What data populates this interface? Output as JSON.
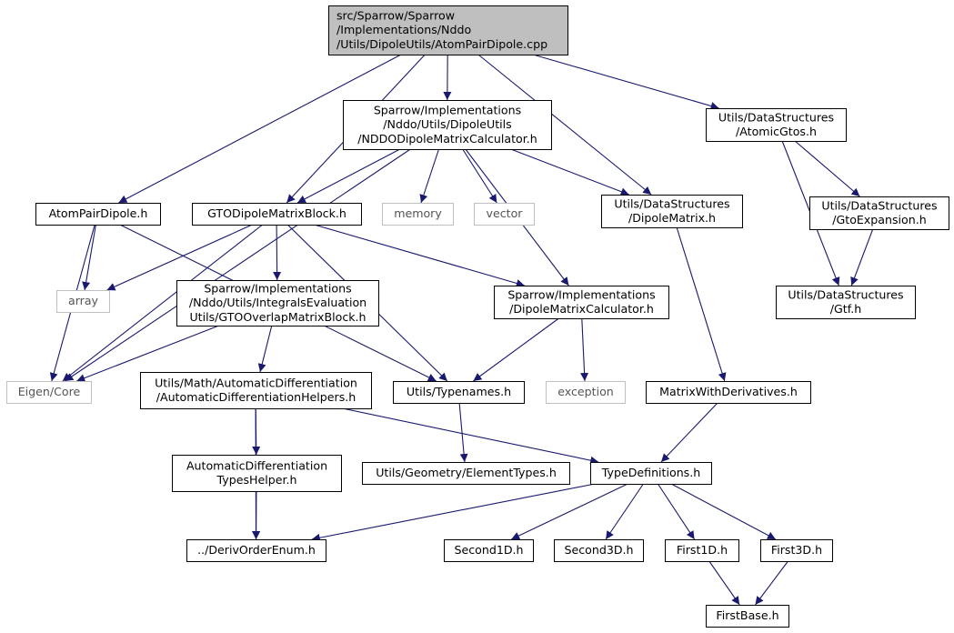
{
  "colors": {
    "edge": "#191970",
    "node_border": "#000000",
    "system_header_border": "#bfbfbf",
    "root_fill": "#bfbfbf"
  },
  "nodes": [
    {
      "id": "root",
      "kind": "root",
      "lines": [
        "src/Sparrow/Sparrow",
        "/Implementations/Nddo",
        "/Utils/DipoleUtils/AtomPairDipole.cpp"
      ]
    },
    {
      "id": "nddo_calc",
      "kind": "header",
      "lines": [
        "Sparrow/Implementations",
        "/Nddo/Utils/DipoleUtils",
        "/NDDODipoleMatrixCalculator.h"
      ]
    },
    {
      "id": "atomic_gtos",
      "kind": "header",
      "lines": [
        "Utils/DataStructures",
        "/AtomicGtos.h"
      ]
    },
    {
      "id": "atompairdipole_h",
      "kind": "header",
      "lines": [
        "AtomPairDipole.h"
      ]
    },
    {
      "id": "gto_block",
      "kind": "header",
      "lines": [
        "GTODipoleMatrixBlock.h"
      ]
    },
    {
      "id": "memory",
      "kind": "system",
      "lines": [
        "memory"
      ]
    },
    {
      "id": "vector",
      "kind": "system",
      "lines": [
        "vector"
      ]
    },
    {
      "id": "dipole_matrix",
      "kind": "header",
      "lines": [
        "Utils/DataStructures",
        "/DipoleMatrix.h"
      ]
    },
    {
      "id": "gto_expansion",
      "kind": "header",
      "lines": [
        "Utils/DataStructures",
        "/GtoExpansion.h"
      ]
    },
    {
      "id": "array",
      "kind": "system",
      "lines": [
        "array"
      ]
    },
    {
      "id": "overlap_block",
      "kind": "header",
      "lines": [
        "Sparrow/Implementations",
        "/Nddo/Utils/IntegralsEvaluation",
        "Utils/GTOOverlapMatrixBlock.h"
      ]
    },
    {
      "id": "dipole_calc",
      "kind": "header",
      "lines": [
        "Sparrow/Implementations",
        "/DipoleMatrixCalculator.h"
      ]
    },
    {
      "id": "gtf",
      "kind": "header",
      "lines": [
        "Utils/DataStructures",
        "/Gtf.h"
      ]
    },
    {
      "id": "eigen",
      "kind": "system",
      "lines": [
        "Eigen/Core"
      ]
    },
    {
      "id": "autodiff_helpers",
      "kind": "header",
      "lines": [
        "Utils/Math/AutomaticDifferentiation",
        "/AutomaticDifferentiationHelpers.h"
      ]
    },
    {
      "id": "typenames",
      "kind": "header",
      "lines": [
        "Utils/Typenames.h"
      ]
    },
    {
      "id": "exception",
      "kind": "system",
      "lines": [
        "exception"
      ]
    },
    {
      "id": "matrix_derivs",
      "kind": "header",
      "lines": [
        "MatrixWithDerivatives.h"
      ]
    },
    {
      "id": "autodiff_types",
      "kind": "header",
      "lines": [
        "AutomaticDifferentiation",
        "TypesHelper.h"
      ]
    },
    {
      "id": "element_types",
      "kind": "header",
      "lines": [
        "Utils/Geometry/ElementTypes.h"
      ]
    },
    {
      "id": "type_defs",
      "kind": "header",
      "lines": [
        "TypeDefinitions.h"
      ]
    },
    {
      "id": "deriv_enum",
      "kind": "header",
      "lines": [
        "../DerivOrderEnum.h"
      ]
    },
    {
      "id": "second1d",
      "kind": "header",
      "lines": [
        "Second1D.h"
      ]
    },
    {
      "id": "second3d",
      "kind": "header",
      "lines": [
        "Second3D.h"
      ]
    },
    {
      "id": "first1d",
      "kind": "header",
      "lines": [
        "First1D.h"
      ]
    },
    {
      "id": "first3d",
      "kind": "header",
      "lines": [
        "First3D.h"
      ]
    },
    {
      "id": "firstbase",
      "kind": "header",
      "lines": [
        "FirstBase.h"
      ]
    }
  ],
  "edges": [
    [
      "root",
      "nddo_calc"
    ],
    [
      "root",
      "atomic_gtos"
    ],
    [
      "root",
      "atompairdipole_h"
    ],
    [
      "root",
      "gto_block"
    ],
    [
      "root",
      "dipole_matrix"
    ],
    [
      "nddo_calc",
      "eigen"
    ],
    [
      "nddo_calc",
      "gto_block"
    ],
    [
      "nddo_calc",
      "memory"
    ],
    [
      "nddo_calc",
      "vector"
    ],
    [
      "nddo_calc",
      "dipole_matrix"
    ],
    [
      "nddo_calc",
      "dipole_calc"
    ],
    [
      "atomic_gtos",
      "gto_expansion"
    ],
    [
      "atomic_gtos",
      "gtf"
    ],
    [
      "gto_expansion",
      "gtf"
    ],
    [
      "atompairdipole_h",
      "array"
    ],
    [
      "atompairdipole_h",
      "eigen"
    ],
    [
      "atompairdipole_h",
      "typenames"
    ],
    [
      "gto_block",
      "array"
    ],
    [
      "gto_block",
      "eigen"
    ],
    [
      "gto_block",
      "overlap_block"
    ],
    [
      "gto_block",
      "dipole_calc"
    ],
    [
      "gto_block",
      "typenames"
    ],
    [
      "dipole_matrix",
      "matrix_derivs"
    ],
    [
      "overlap_block",
      "eigen"
    ],
    [
      "overlap_block",
      "autodiff_helpers"
    ],
    [
      "dipole_calc",
      "typenames"
    ],
    [
      "dipole_calc",
      "exception"
    ],
    [
      "autodiff_helpers",
      "autodiff_types"
    ],
    [
      "autodiff_helpers",
      "deriv_enum"
    ],
    [
      "autodiff_helpers",
      "type_defs"
    ],
    [
      "typenames",
      "element_types"
    ],
    [
      "matrix_derivs",
      "type_defs"
    ],
    [
      "autodiff_types",
      "deriv_enum"
    ],
    [
      "type_defs",
      "deriv_enum"
    ],
    [
      "type_defs",
      "second1d"
    ],
    [
      "type_defs",
      "second3d"
    ],
    [
      "type_defs",
      "first1d"
    ],
    [
      "type_defs",
      "first3d"
    ],
    [
      "first1d",
      "firstbase"
    ],
    [
      "first3d",
      "firstbase"
    ]
  ]
}
